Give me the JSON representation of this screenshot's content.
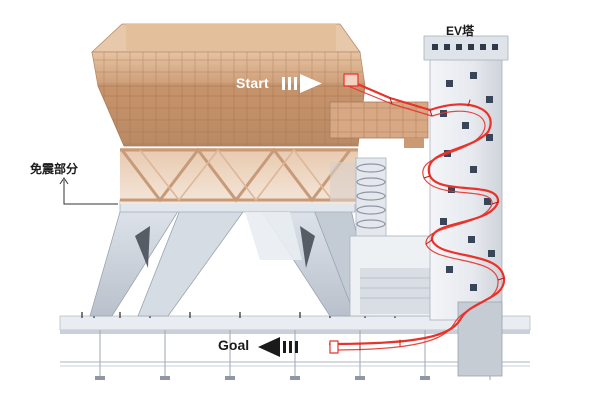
{
  "labels": {
    "start": "Start",
    "goal": "Goal",
    "ev_tower": "EV塔",
    "isolation": "免震部分"
  },
  "colors": {
    "building_roof": "#dcae86",
    "building_body": "#c99a74",
    "truss": "#d9b294",
    "concrete": "#cfd5de",
    "tower": "#e9ecf0",
    "slide": "#e8322a",
    "arrow_start": "#ffffff",
    "arrow_goal": "#1a1a1a"
  },
  "icons": {
    "start_arrow": "right-arrow-icon",
    "goal_arrow": "left-arrow-icon"
  }
}
